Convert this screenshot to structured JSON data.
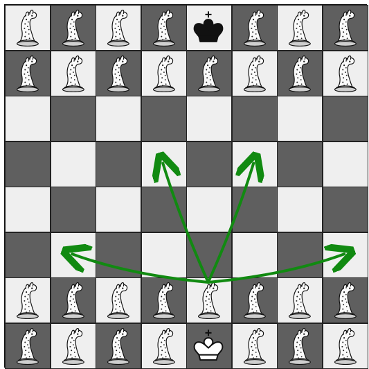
{
  "board": {
    "files": 8,
    "ranks": 8,
    "colors": {
      "light": "#efefef",
      "dark": "#5f5f5f",
      "arrow": "#118a11",
      "king_black": "#111111",
      "king_white": "#ffffff"
    },
    "pieces": [
      {
        "row": 0,
        "col": 0,
        "type": "giraffe",
        "color": "white"
      },
      {
        "row": 0,
        "col": 1,
        "type": "giraffe",
        "color": "white"
      },
      {
        "row": 0,
        "col": 2,
        "type": "giraffe",
        "color": "white"
      },
      {
        "row": 0,
        "col": 3,
        "type": "giraffe",
        "color": "white"
      },
      {
        "row": 0,
        "col": 4,
        "type": "king",
        "color": "black"
      },
      {
        "row": 0,
        "col": 5,
        "type": "giraffe",
        "color": "white"
      },
      {
        "row": 0,
        "col": 6,
        "type": "giraffe",
        "color": "white"
      },
      {
        "row": 0,
        "col": 7,
        "type": "giraffe",
        "color": "white"
      },
      {
        "row": 1,
        "col": 0,
        "type": "giraffe",
        "color": "white"
      },
      {
        "row": 1,
        "col": 1,
        "type": "giraffe",
        "color": "white"
      },
      {
        "row": 1,
        "col": 2,
        "type": "giraffe",
        "color": "white"
      },
      {
        "row": 1,
        "col": 3,
        "type": "giraffe",
        "color": "white"
      },
      {
        "row": 1,
        "col": 4,
        "type": "giraffe",
        "color": "white"
      },
      {
        "row": 1,
        "col": 5,
        "type": "giraffe",
        "color": "white"
      },
      {
        "row": 1,
        "col": 6,
        "type": "giraffe",
        "color": "white"
      },
      {
        "row": 1,
        "col": 7,
        "type": "giraffe",
        "color": "white"
      },
      {
        "row": 6,
        "col": 0,
        "type": "giraffe",
        "color": "white"
      },
      {
        "row": 6,
        "col": 1,
        "type": "giraffe",
        "color": "white"
      },
      {
        "row": 6,
        "col": 2,
        "type": "giraffe",
        "color": "white"
      },
      {
        "row": 6,
        "col": 3,
        "type": "giraffe",
        "color": "white"
      },
      {
        "row": 6,
        "col": 4,
        "type": "giraffe",
        "color": "white"
      },
      {
        "row": 6,
        "col": 5,
        "type": "giraffe",
        "color": "white"
      },
      {
        "row": 6,
        "col": 6,
        "type": "giraffe",
        "color": "white"
      },
      {
        "row": 6,
        "col": 7,
        "type": "giraffe",
        "color": "white"
      },
      {
        "row": 7,
        "col": 0,
        "type": "giraffe",
        "color": "white"
      },
      {
        "row": 7,
        "col": 1,
        "type": "giraffe",
        "color": "white"
      },
      {
        "row": 7,
        "col": 2,
        "type": "giraffe",
        "color": "white"
      },
      {
        "row": 7,
        "col": 3,
        "type": "giraffe",
        "color": "white"
      },
      {
        "row": 7,
        "col": 4,
        "type": "king",
        "color": "white"
      },
      {
        "row": 7,
        "col": 5,
        "type": "giraffe",
        "color": "white"
      },
      {
        "row": 7,
        "col": 6,
        "type": "giraffe",
        "color": "white"
      },
      {
        "row": 7,
        "col": 7,
        "type": "giraffe",
        "color": "white"
      }
    ],
    "move_arrows": {
      "from": {
        "row": 6,
        "col": 4
      },
      "targets": [
        {
          "row": 5,
          "col": 1
        },
        {
          "row": 3,
          "col": 3
        },
        {
          "row": 3,
          "col": 5
        },
        {
          "row": 5,
          "col": 7
        }
      ]
    }
  }
}
